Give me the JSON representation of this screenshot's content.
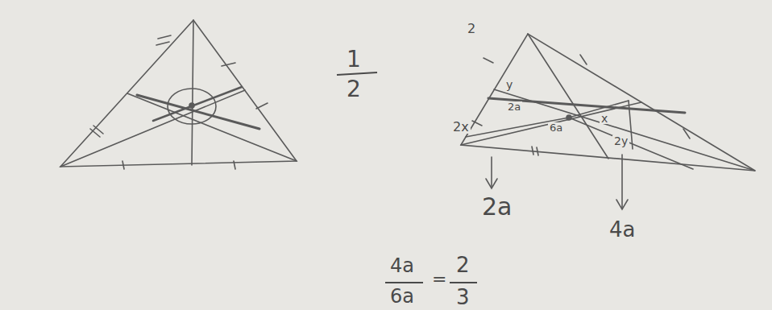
{
  "diagram": {
    "labels": [
      "1",
      "2",
      "2",
      "2x",
      "y",
      "2a",
      "6a",
      "x",
      "2y",
      "2a",
      "4a",
      "4a",
      "6a",
      "=",
      "2",
      "3"
    ]
  }
}
